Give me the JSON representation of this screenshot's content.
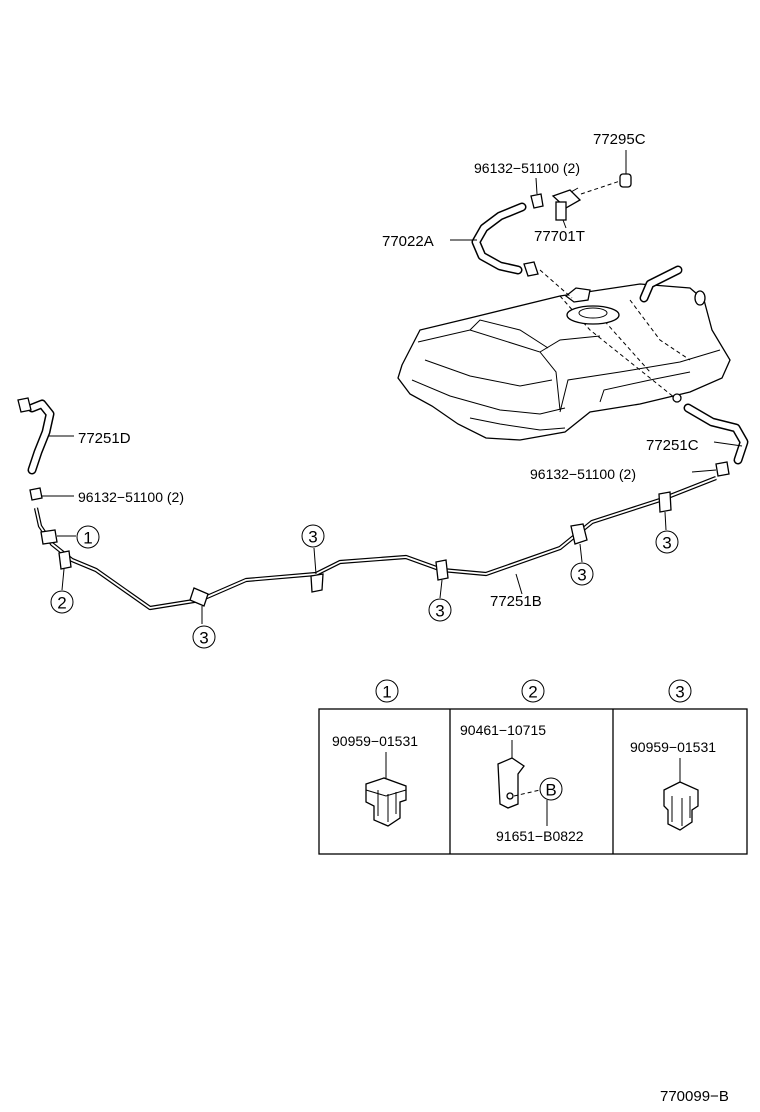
{
  "labels": {
    "p77295C": "77295C",
    "p96132_top": "96132−51100 (2)",
    "p77701T": "77701T",
    "p77022A": "77022A",
    "p77251D": "77251D",
    "p96132_left": "96132−51100 (2)",
    "p77251C": "77251C",
    "p96132_right": "96132−51100 (2)",
    "p77251B": "77251B",
    "diagram_code": "770099−B"
  },
  "callouts": {
    "c1": "1",
    "c2": "2",
    "c3": "3",
    "b": "B"
  },
  "legend": {
    "col1": {
      "key": "1",
      "part": "90959−01531"
    },
    "col2": {
      "key": "2",
      "part_top": "90461−10715",
      "part_bottom": "91651−B0822",
      "sub_key": "B"
    },
    "col3": {
      "key": "3",
      "part": "90959−01531"
    }
  }
}
